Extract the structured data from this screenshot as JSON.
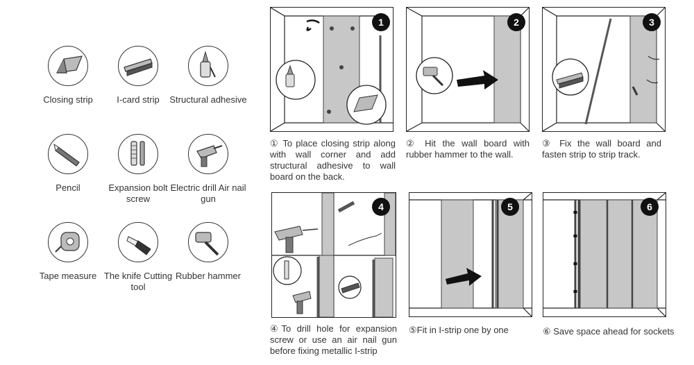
{
  "tools": [
    {
      "id": "closing-strip",
      "label": "Closing strip",
      "icon": "closing-strip-icon"
    },
    {
      "id": "i-card-strip",
      "label": "I-card strip",
      "icon": "i-card-strip-icon"
    },
    {
      "id": "structural-adhesive",
      "label": "Structural adhesive",
      "icon": "adhesive-tube-icon"
    },
    {
      "id": "pencil",
      "label": "Pencil",
      "icon": "pencil-icon"
    },
    {
      "id": "expansion-bolt",
      "label": "Expansion bolt screw",
      "icon": "expansion-bolt-icon"
    },
    {
      "id": "electric-drill",
      "label": "Electric drill Air nail gun",
      "icon": "electric-drill-icon"
    },
    {
      "id": "tape-measure",
      "label": "Tape measure",
      "icon": "tape-measure-icon"
    },
    {
      "id": "knife",
      "label": "The knife Cutting tool",
      "icon": "knife-icon"
    },
    {
      "id": "rubber-hammer",
      "label": "Rubber hammer",
      "icon": "rubber-hammer-icon"
    }
  ],
  "steps": [
    {
      "number": "1",
      "caption": "① To place closing strip along with wall corner and add structural adhesive to wall board on the back."
    },
    {
      "number": "2",
      "caption": "② Hit the wall board with rubber hammer to the wall."
    },
    {
      "number": "3",
      "caption": "③ Fix the wall board and fasten strip to strip track."
    },
    {
      "number": "4",
      "caption": "④To drill hole for expansion screw or use an air nail gun before fixing metallic I-strip"
    },
    {
      "number": "5",
      "caption": "⑤Fit in I-strip one by one"
    },
    {
      "number": "6",
      "caption": "⑥ Save space ahead for sockets"
    }
  ]
}
